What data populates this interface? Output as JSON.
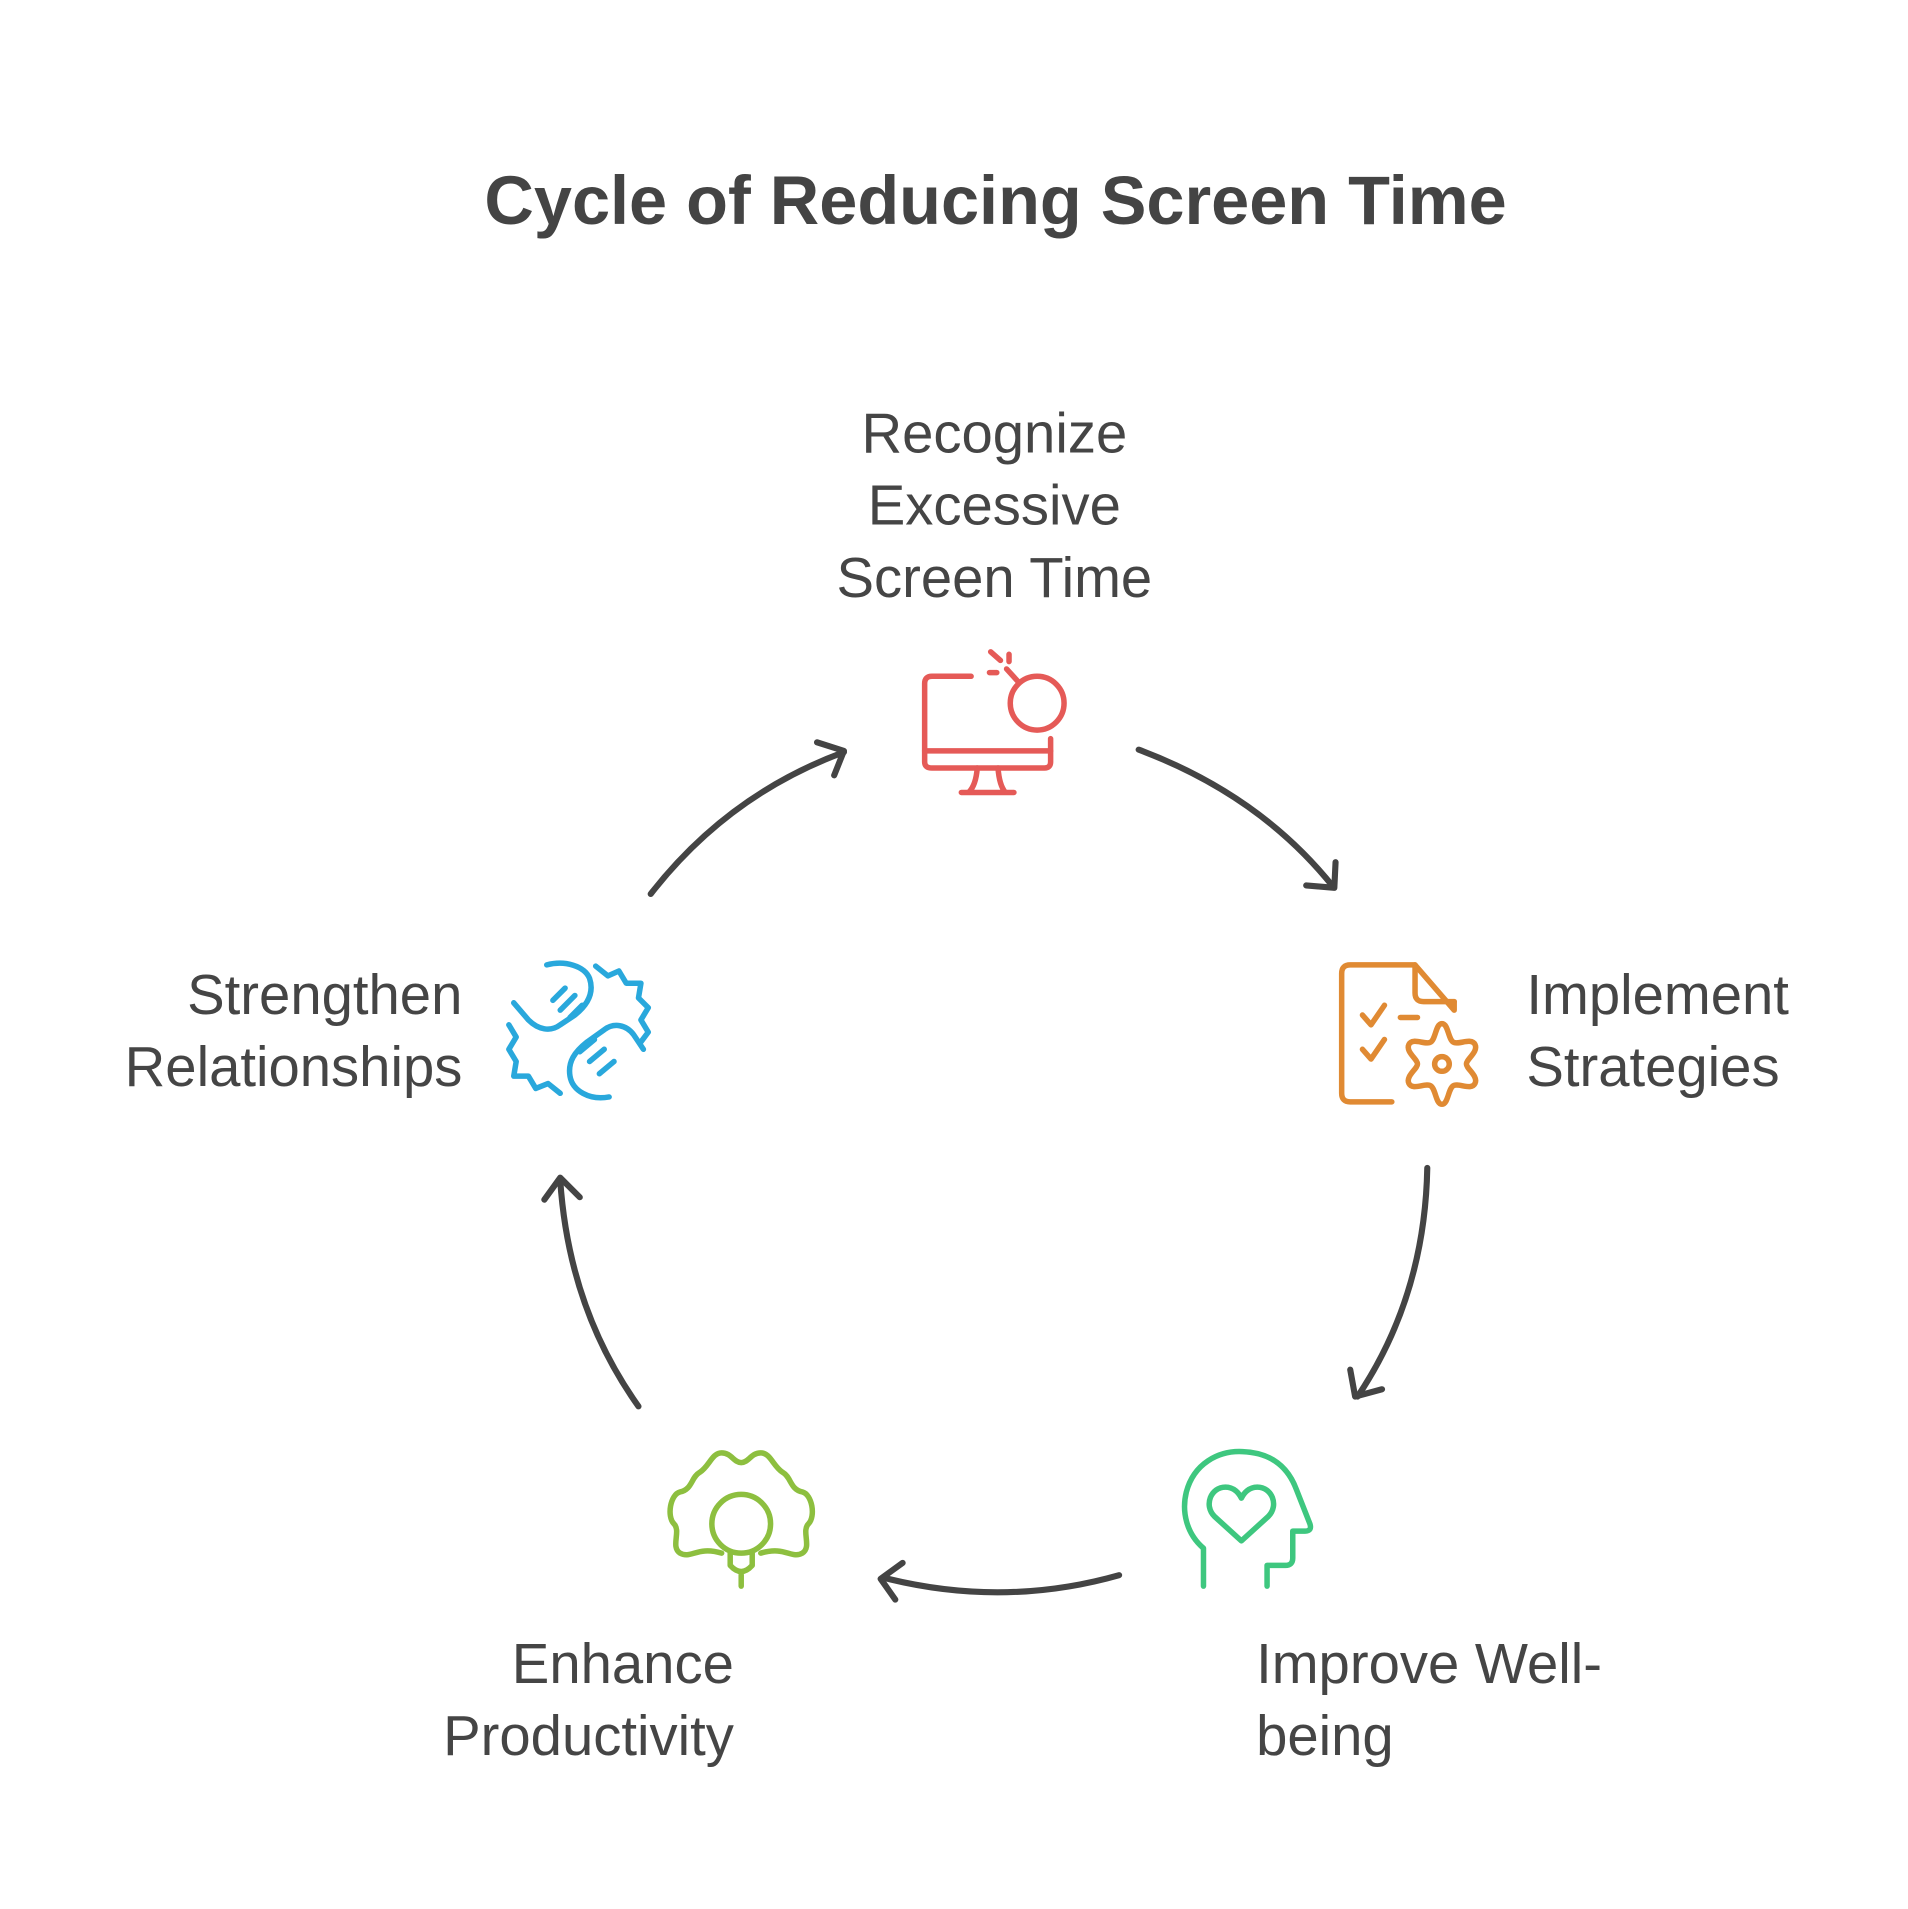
{
  "title": "Cycle of Reducing Screen Time",
  "colors": {
    "text": "#444444",
    "recognize": "#E55A57",
    "implement": "#E08A33",
    "wellbeing": "#3EC77F",
    "productivity": "#8DBF3F",
    "relationships": "#29A8DC"
  },
  "steps": [
    {
      "icon": "monitor-search-icon",
      "lines": [
        "Recognize",
        "Excessive",
        "Screen Time"
      ]
    },
    {
      "icon": "document-gear-icon",
      "lines": [
        "Implement",
        "Strategies"
      ]
    },
    {
      "icon": "head-heart-icon",
      "lines": [
        "Improve Well-",
        "being"
      ]
    },
    {
      "icon": "lightbulb-gear-icon",
      "lines": [
        "Enhance",
        "Productivity"
      ]
    },
    {
      "icon": "handshake-icon",
      "lines": [
        "Strengthen",
        "Relationships"
      ]
    }
  ]
}
